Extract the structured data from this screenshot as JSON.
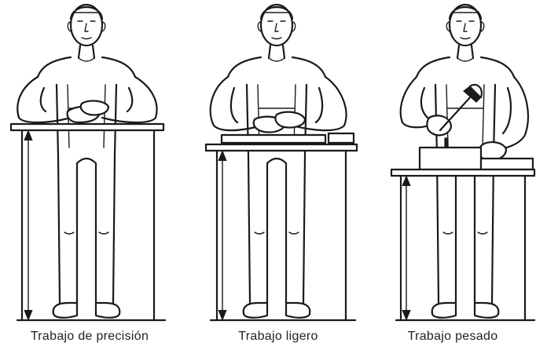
{
  "panels": [
    {
      "caption": "Trabajo de precisión"
    },
    {
      "caption": "Trabajo ligero"
    },
    {
      "caption": "Trabajo pesado"
    }
  ]
}
